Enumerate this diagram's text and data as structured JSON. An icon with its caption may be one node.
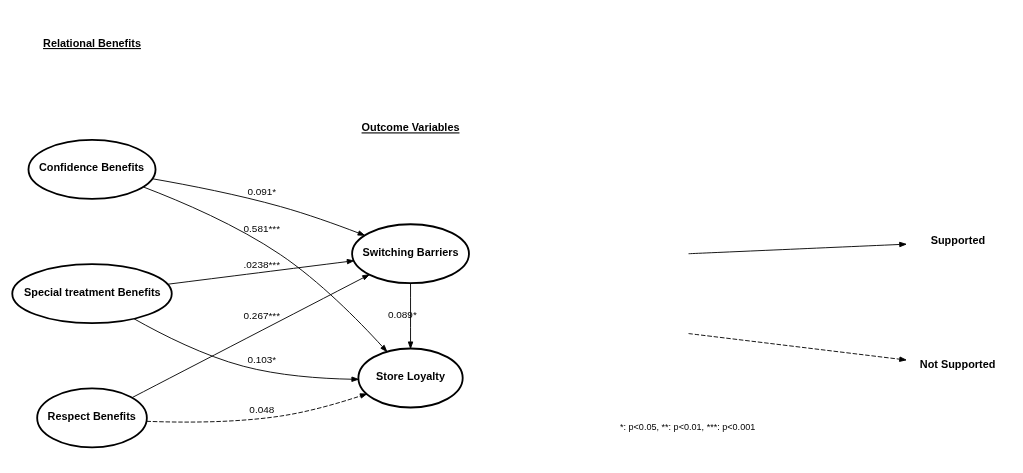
{
  "diagram": {
    "nodes": [
      {
        "text": [
          "Confidence Benefits"
        ]
      },
      {
        "text": [
          "Special treatment Benefits"
        ]
      },
      {
        "text": [
          "Respect Benefits"
        ]
      },
      {
        "text": [
          "Switching Barriers"
        ]
      },
      {
        "text": [
          "Store Loyalty"
        ]
      }
    ],
    "edges": [
      {
        "from": 0,
        "to": 3,
        "arrow": "to",
        "label": "0.091*"
      },
      {
        "from": 0,
        "to": 4,
        "arrow": "to",
        "label": "0.581***"
      },
      {
        "from": 1,
        "to": 3,
        "arrow": "to",
        "label": ".0238***"
      },
      {
        "from": 1,
        "to": 4,
        "arrow": "to",
        "label": "0.103*"
      },
      {
        "from": 2,
        "to": 3,
        "arrow": "to",
        "label": "0.267***"
      },
      {
        "from": 2,
        "to": 4,
        "arrow": "to",
        "label": "0.048",
        "style": "dashed"
      },
      {
        "from": 3,
        "to": 4,
        "arrow": "to",
        "label": "0.089*"
      }
    ],
    "labels": [
      "Relational Benefits",
      "Outcome Variables",
      "*: p<0.05, **: p<0.01, ***: p<0.001"
    ],
    "legend": [
      {
        "text": "Supported"
      },
      {
        "text": "Not Supported"
      }
    ]
  }
}
